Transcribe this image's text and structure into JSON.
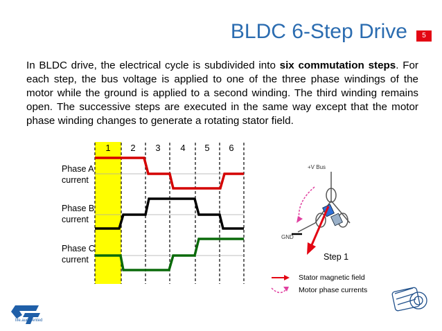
{
  "header": {
    "title": "BLDC 6-Step Drive",
    "page_number": "5"
  },
  "intro": {
    "part1": "In BLDC drive, the electrical cycle is subdivided into ",
    "bold": "six commutation steps",
    "part2": ". For each step, the bus voltage is applied to one of the three phase windings of the motor while the ground is applied to a second winding. The third winding remains open. The successive steps are executed in the same way except that the motor phase winding changes to generate a rotating stator field."
  },
  "timing_diagram": {
    "steps": [
      "1",
      "2",
      "3",
      "4",
      "5",
      "6"
    ],
    "highlighted_step": "1",
    "phases": [
      {
        "label_line1": "Phase A",
        "label_line2": "current",
        "color": "#d40000"
      },
      {
        "label_line1": "Phase B",
        "label_line2": "current",
        "color": "#000000"
      },
      {
        "label_line1": "Phase C",
        "label_line2": "current",
        "color": "#0a6a0a"
      }
    ],
    "highlight_color": "#ffff00"
  },
  "motor_diagram": {
    "bus_label": "+V Bus",
    "gnd_label": "GND",
    "step_label": "Step 1"
  },
  "legend": {
    "stator_field": "Stator magnetic field",
    "phase_currents": "Motor phase currents",
    "stator_color": "#e30613",
    "current_color": "#e040a0"
  },
  "footer": {
    "tagline": "life.augmented"
  }
}
